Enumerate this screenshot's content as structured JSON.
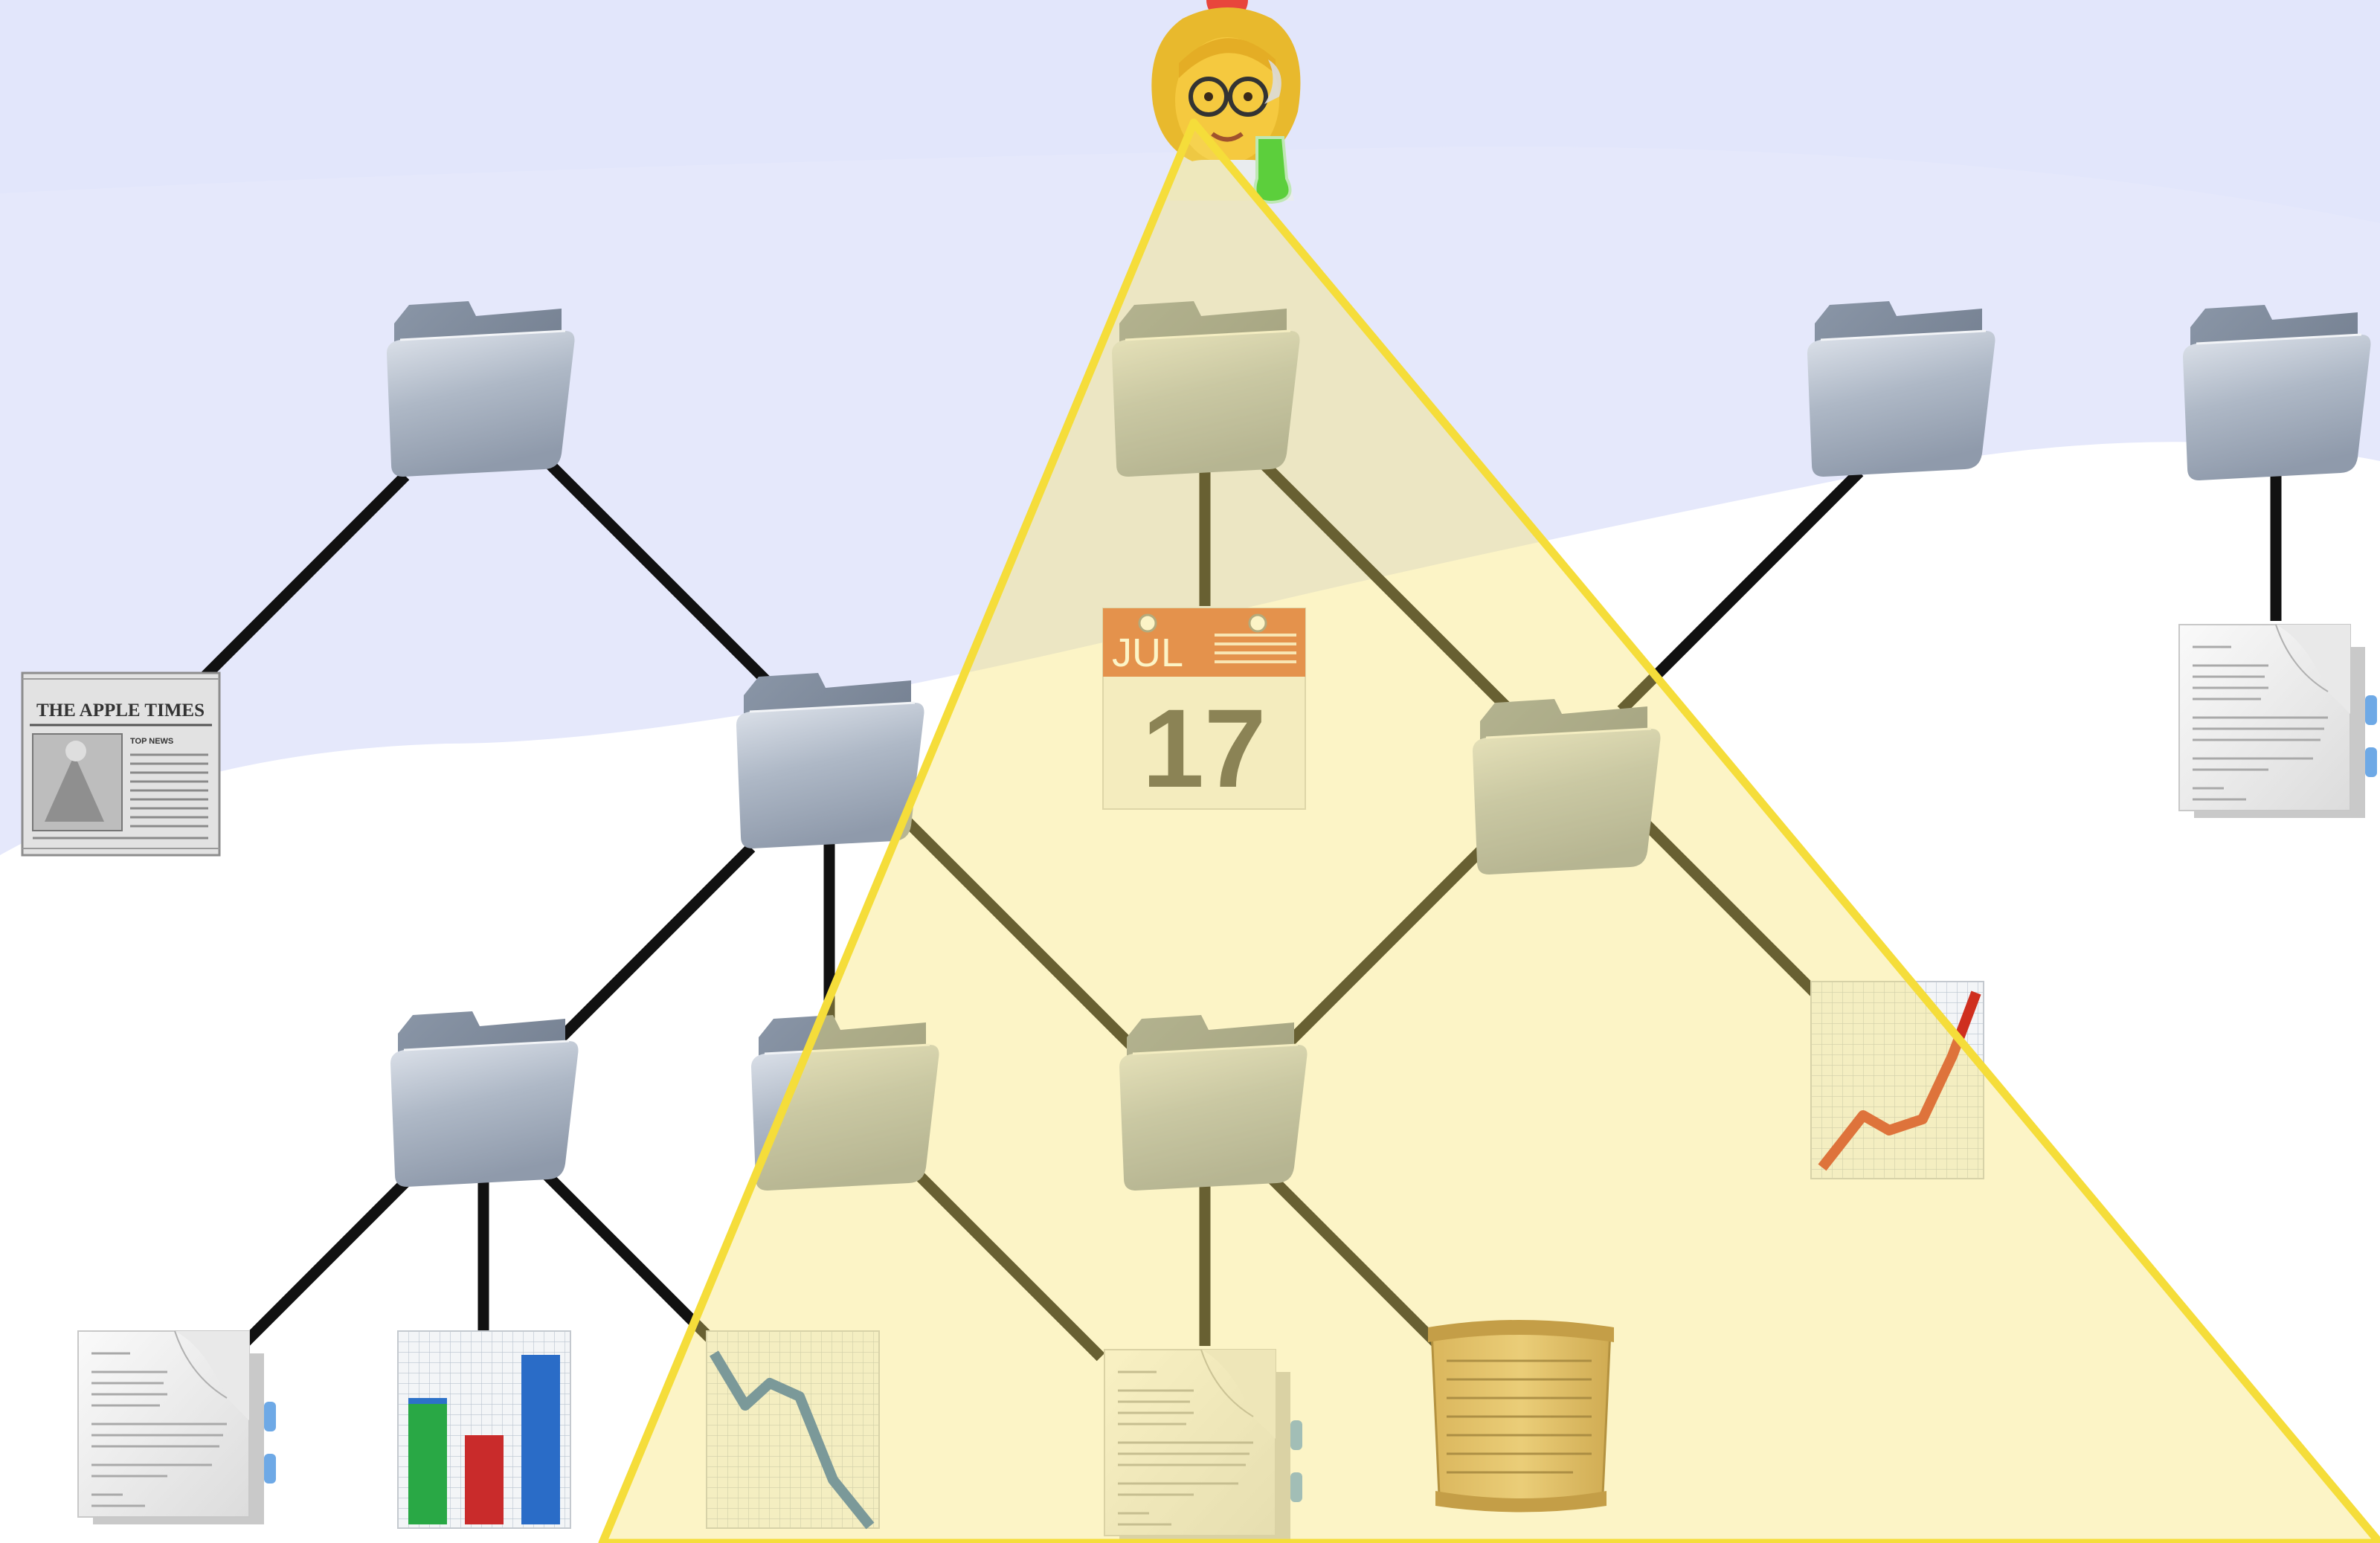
{
  "scene": {
    "background_top": "#e4e8fb",
    "background_bottom": "#ffffff",
    "edge_color": "#111111",
    "highlight_color": "#f5dd3a",
    "highlight_fill": "#fbf3b8",
    "folder_color": "#9aa6b6"
  },
  "nodes": {
    "scientist": {
      "icon": "scientist-emoji"
    },
    "folders": [
      {
        "name": "folder-root-left",
        "icon": "folder-icon"
      },
      {
        "name": "folder-root-center",
        "icon": "folder-icon"
      },
      {
        "name": "folder-root-right",
        "icon": "folder-icon"
      },
      {
        "name": "folder-root-far-right",
        "icon": "folder-icon"
      },
      {
        "name": "folder-mid-left",
        "icon": "folder-icon"
      },
      {
        "name": "folder-mid-right",
        "icon": "folder-icon"
      },
      {
        "name": "folder-low-left",
        "icon": "folder-icon"
      },
      {
        "name": "folder-low-center",
        "icon": "folder-icon"
      },
      {
        "name": "folder-low-right",
        "icon": "folder-icon"
      }
    ],
    "newspaper": {
      "title": "THE APPLE TIMES",
      "section": "TOP NEWS"
    },
    "calendar": {
      "month": "JUL",
      "day": "17"
    },
    "charts": [
      "bar-chart-icon",
      "chart-decreasing-icon",
      "chart-increasing-icon"
    ],
    "documents": [
      "document-icon",
      "document-icon",
      "document-icon"
    ],
    "scroll": {
      "icon": "scroll-icon"
    }
  }
}
